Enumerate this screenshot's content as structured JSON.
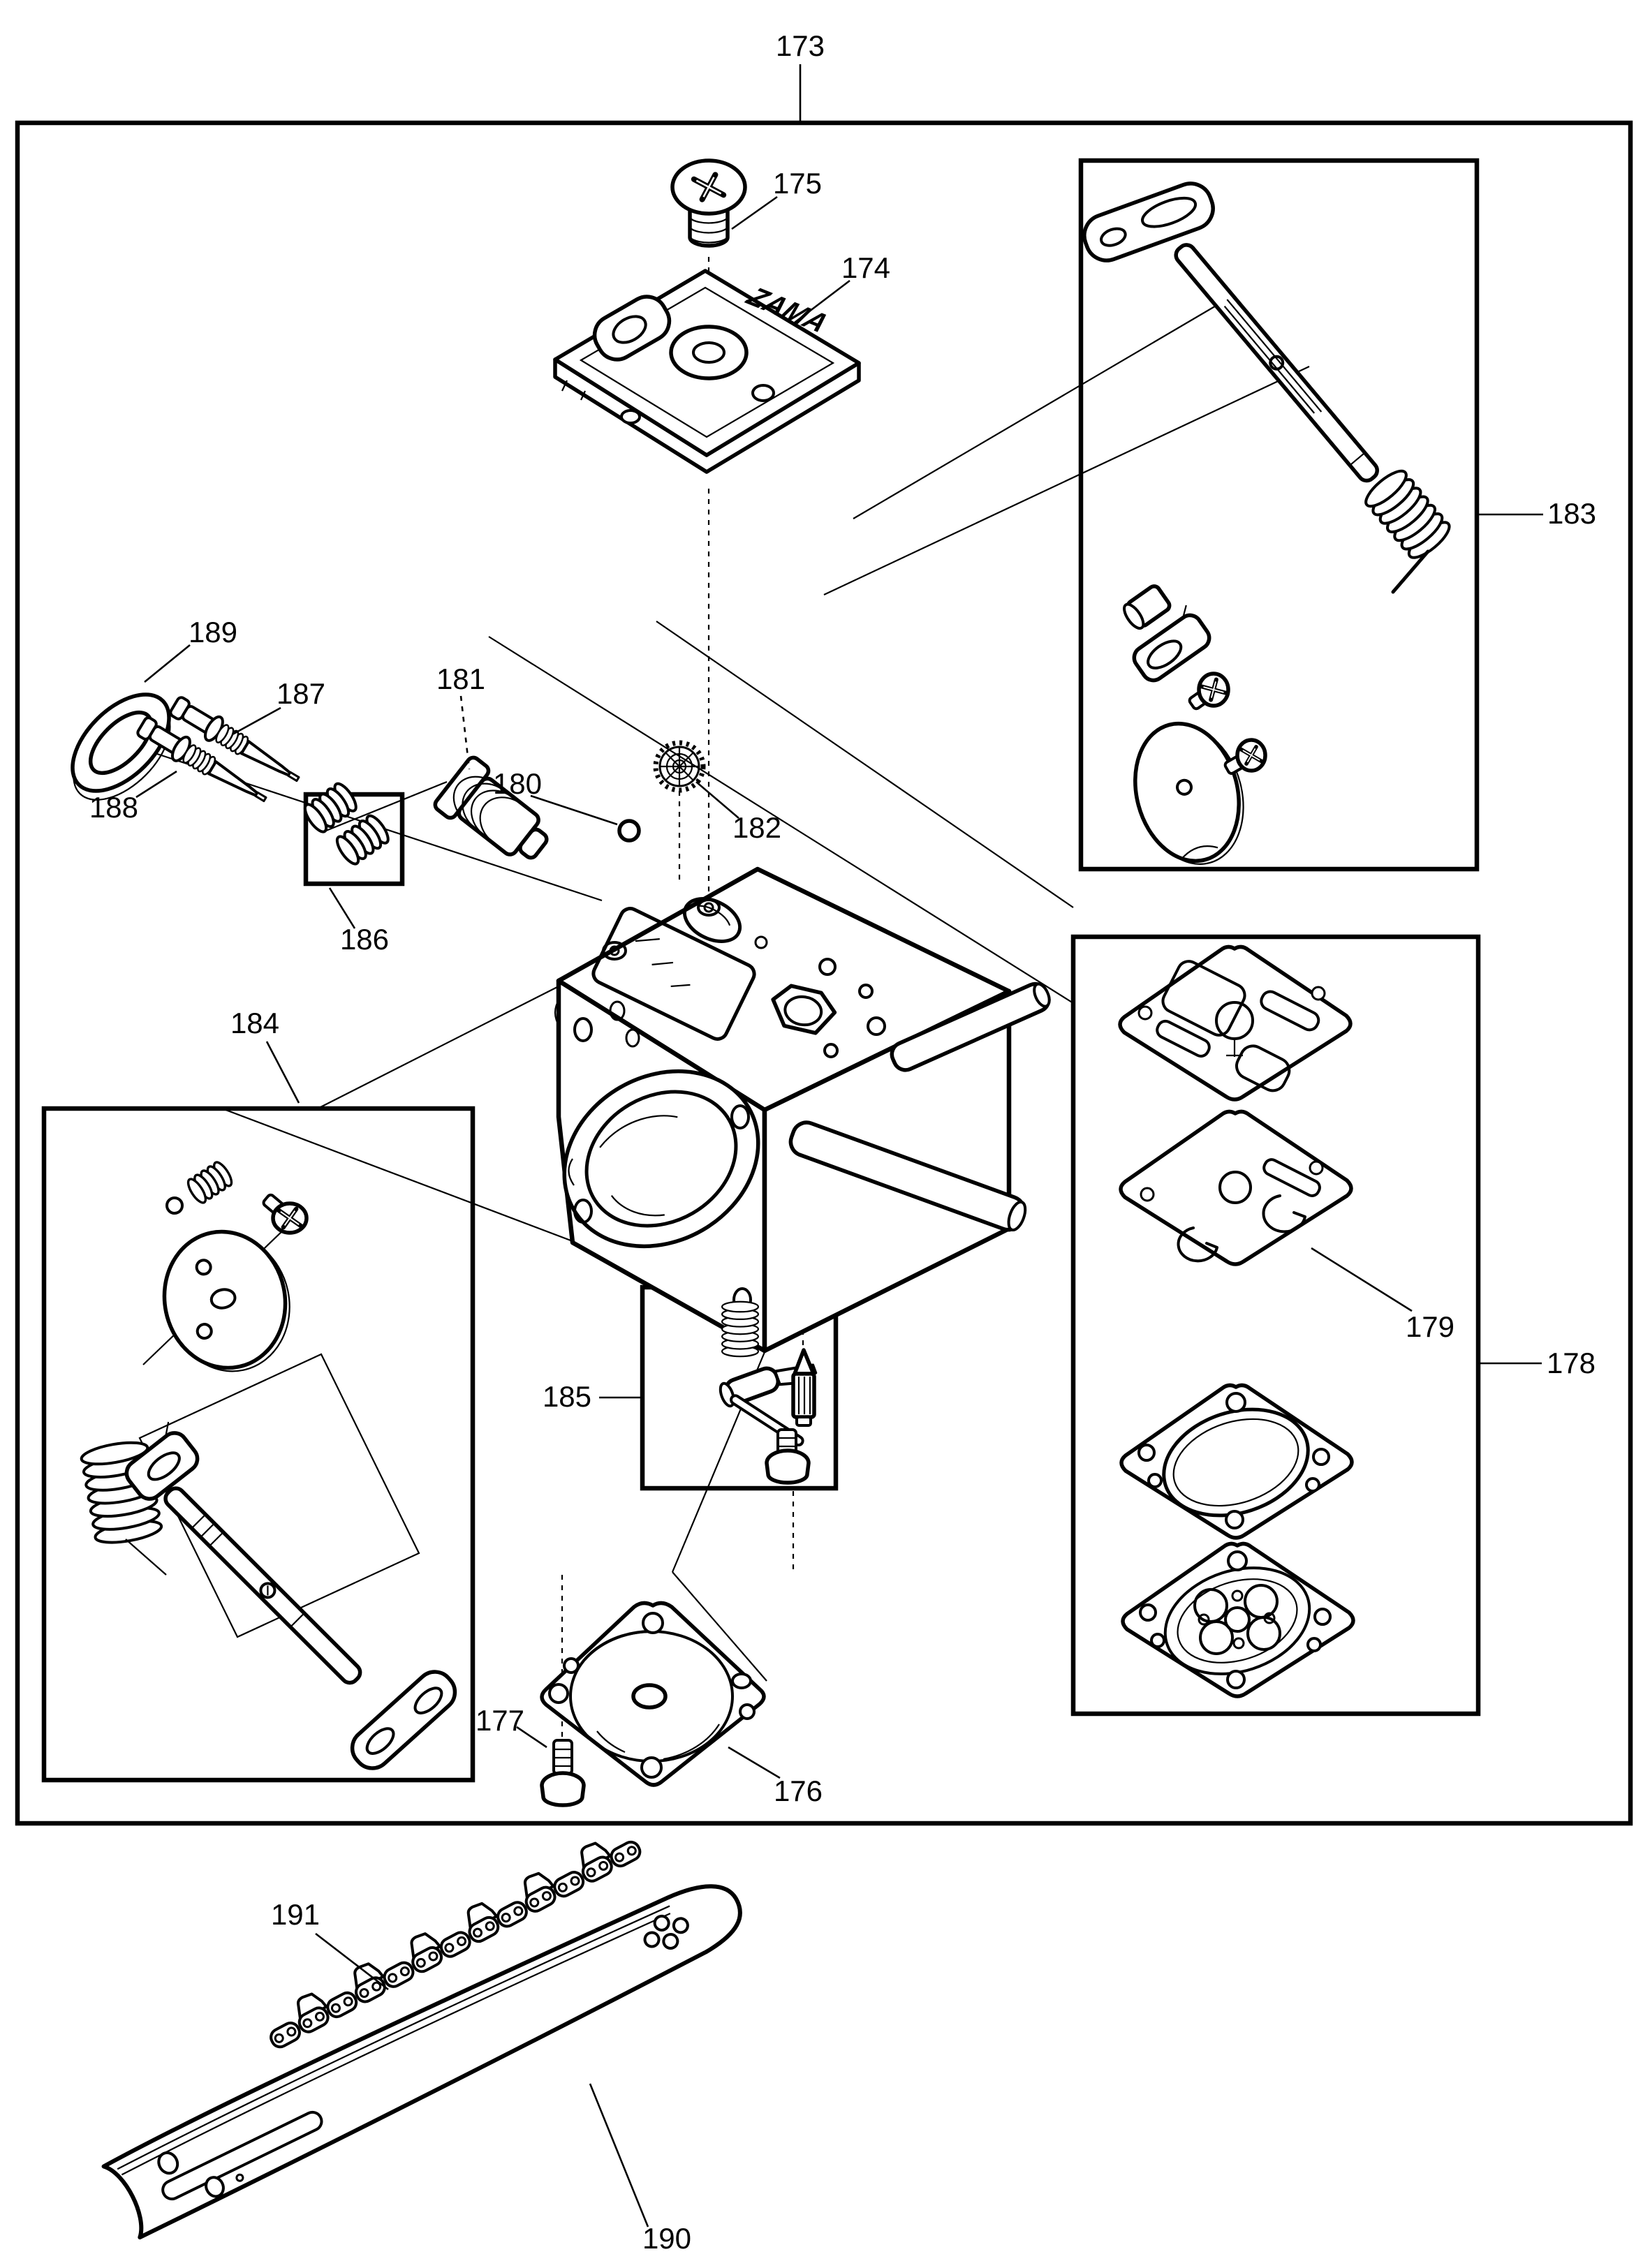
{
  "diagram": {
    "logo_text": "ZAMA",
    "labels": {
      "l173": "173",
      "l174": "174",
      "l175": "175",
      "l176": "176",
      "l177": "177",
      "l178": "178",
      "l179": "179",
      "l180": "180",
      "l181": "181",
      "l182": "182",
      "l183": "183",
      "l184": "184",
      "l185": "185",
      "l186": "186",
      "l187": "187",
      "l188": "188",
      "l189": "189",
      "l190": "190",
      "l191": "191"
    }
  }
}
